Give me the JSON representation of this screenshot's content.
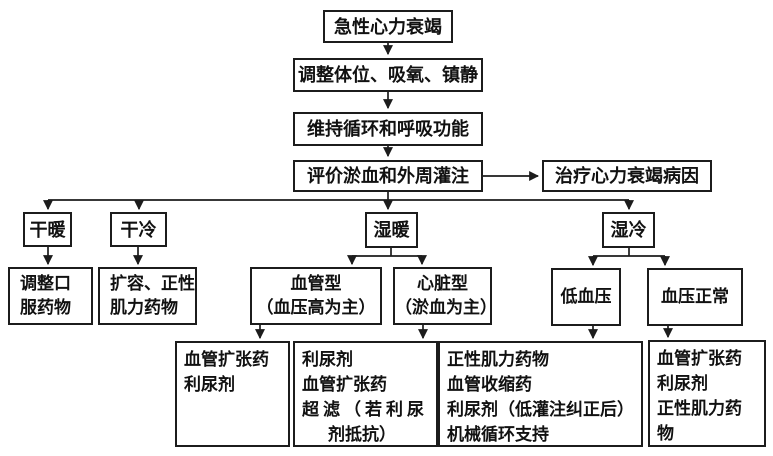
{
  "nodes": {
    "acute": "急性心力衰竭",
    "stabilize": "调整体位、吸氧、镇静",
    "maintain": "维持循环和呼吸功能",
    "evaluate": "评价淤血和外周灌注",
    "treat_cause": "治疗心力衰竭病因",
    "profiles": {
      "dry_warm": "干暖",
      "dry_cold": "干冷",
      "wet_warm": "湿暖",
      "wet_cold": "湿冷"
    },
    "secondary": {
      "oral": {
        "lines": [
          "调整口",
          "服药物"
        ]
      },
      "expansion": {
        "lines": [
          "扩容、正性",
          "肌力药物"
        ]
      },
      "vascular": {
        "lines": [
          "血管型",
          "（血压高为主）"
        ]
      },
      "cardiac": {
        "lines": [
          "心脏型",
          "（淤血为主）"
        ]
      },
      "hypotension": "低血压",
      "normal_bp": "血压正常"
    },
    "treatments": {
      "vascular_tx": {
        "lines": [
          "血管扩张药",
          "利尿剂"
        ]
      },
      "cardiac_tx": {
        "lines": [
          "利尿剂",
          "血管扩张药",
          "超滤（若利尿",
          "剂抵抗）"
        ]
      },
      "hypotension_tx": {
        "lines": [
          "正性肌力药物",
          "血管收缩药",
          "利尿剂（低灌注纠正后）",
          "机械循环支持"
        ]
      },
      "normal_bp_tx": {
        "lines": [
          "血管扩张药",
          "利尿剂",
          "正性肌力药物"
        ]
      }
    }
  },
  "colors": {
    "line": "#1c1c1c",
    "background": "#ffffff",
    "text": "#111111"
  }
}
